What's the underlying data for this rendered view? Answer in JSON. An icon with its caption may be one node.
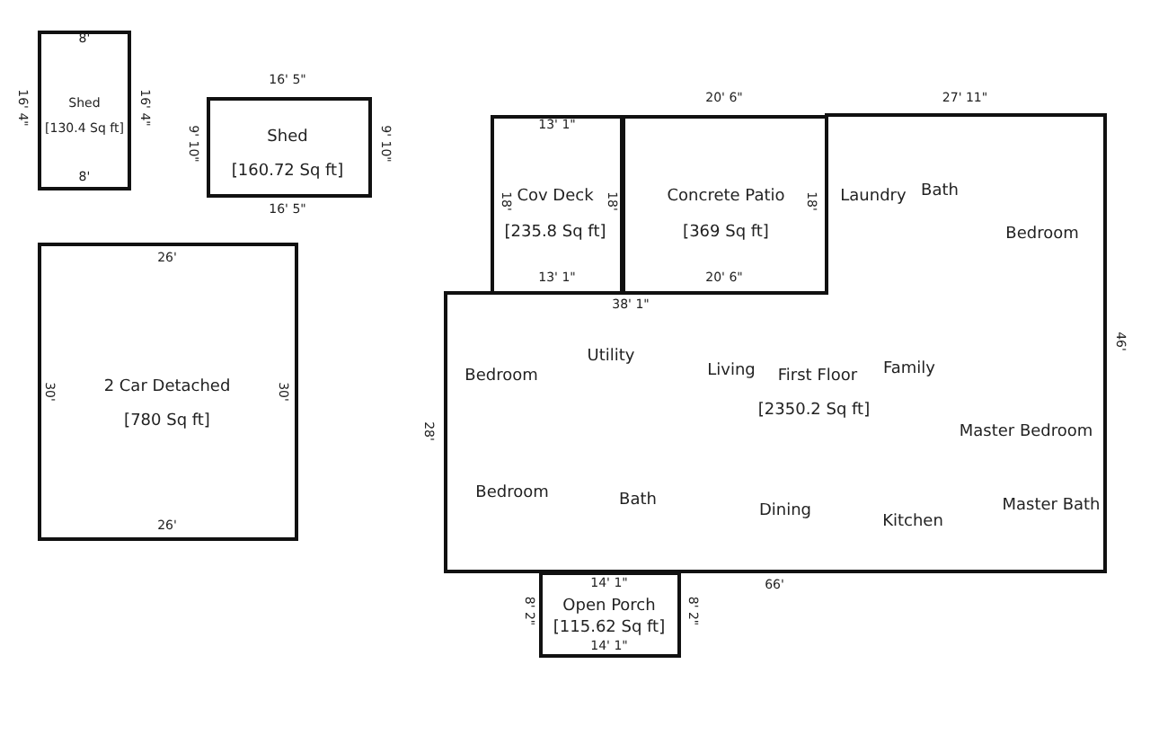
{
  "diagram": {
    "nodes": [
      {
        "text": [
          "Shed",
          "[130.4 Sq ft]"
        ]
      },
      {
        "text": [
          "Shed",
          "[160.72 Sq ft]"
        ]
      },
      {
        "text": [
          "2 Car Detached",
          "[780 Sq ft]"
        ]
      },
      {
        "text": [
          "Cov Deck",
          "[235.8 Sq ft]"
        ]
      },
      {
        "text": [
          "Concrete Patio",
          "[369 Sq ft]"
        ]
      },
      {
        "text": [
          "First Floor",
          "[2350.2 Sq ft]"
        ]
      },
      {
        "text": [
          "Open Porch",
          "[115.62 Sq ft]"
        ]
      }
    ],
    "labels": [
      "8'",
      "16' 4\"",
      "16' 4\"",
      "8'",
      "16' 5\"",
      "9' 10\"",
      "9' 10\"",
      "16' 5\"",
      "20' 6\"",
      "27' 11\"",
      "13' 1\"",
      "18'",
      "18'",
      "18'",
      "Laundry",
      "Bath",
      "Bedroom",
      "13' 1\"",
      "20' 6\"",
      "38' 1\"",
      "26'",
      "30'",
      "30'",
      "26'",
      "46'",
      "28'",
      "Bedroom",
      "Utility",
      "Living",
      "Family",
      "Master Bedroom",
      "Bedroom",
      "Bath",
      "Dining",
      "Kitchen",
      "Master Bath",
      "14' 1\"",
      "66'",
      "8' 2\"",
      "8' 2\"",
      "14' 1\""
    ]
  }
}
